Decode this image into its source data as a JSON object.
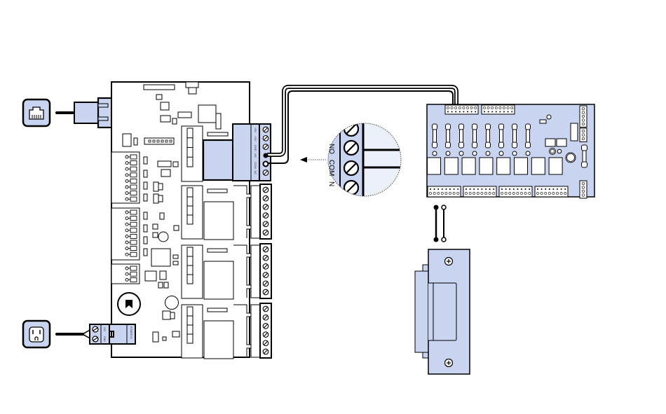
{
  "diagram": {
    "title": "Relay output wiring to electric door strike",
    "colors": {
      "fill": "#C9D5F0",
      "fill_light": "#EBF0FB",
      "stroke": "#000000",
      "background": "#FFFFFF"
    },
    "main_board_terminal_labels": [
      "+9V",
      "+5V",
      "GND",
      "NO",
      "COM",
      "NC"
    ],
    "callout_labels": [
      "NO",
      "COM",
      "N"
    ],
    "power_connector_labels": [
      "24V",
      "GND"
    ],
    "power_connector_side_label": "POWER IN",
    "icons": {
      "network": "ethernet-jack-icon",
      "power": "power-outlet-icon",
      "strike": "electric-strike-icon",
      "status": "bookmark-icon"
    },
    "components": [
      "network-cable",
      "controller-board",
      "relay-output-terminal",
      "magnified-callout",
      "relay-expansion-board",
      "door-strike",
      "power-supply-cable"
    ]
  }
}
